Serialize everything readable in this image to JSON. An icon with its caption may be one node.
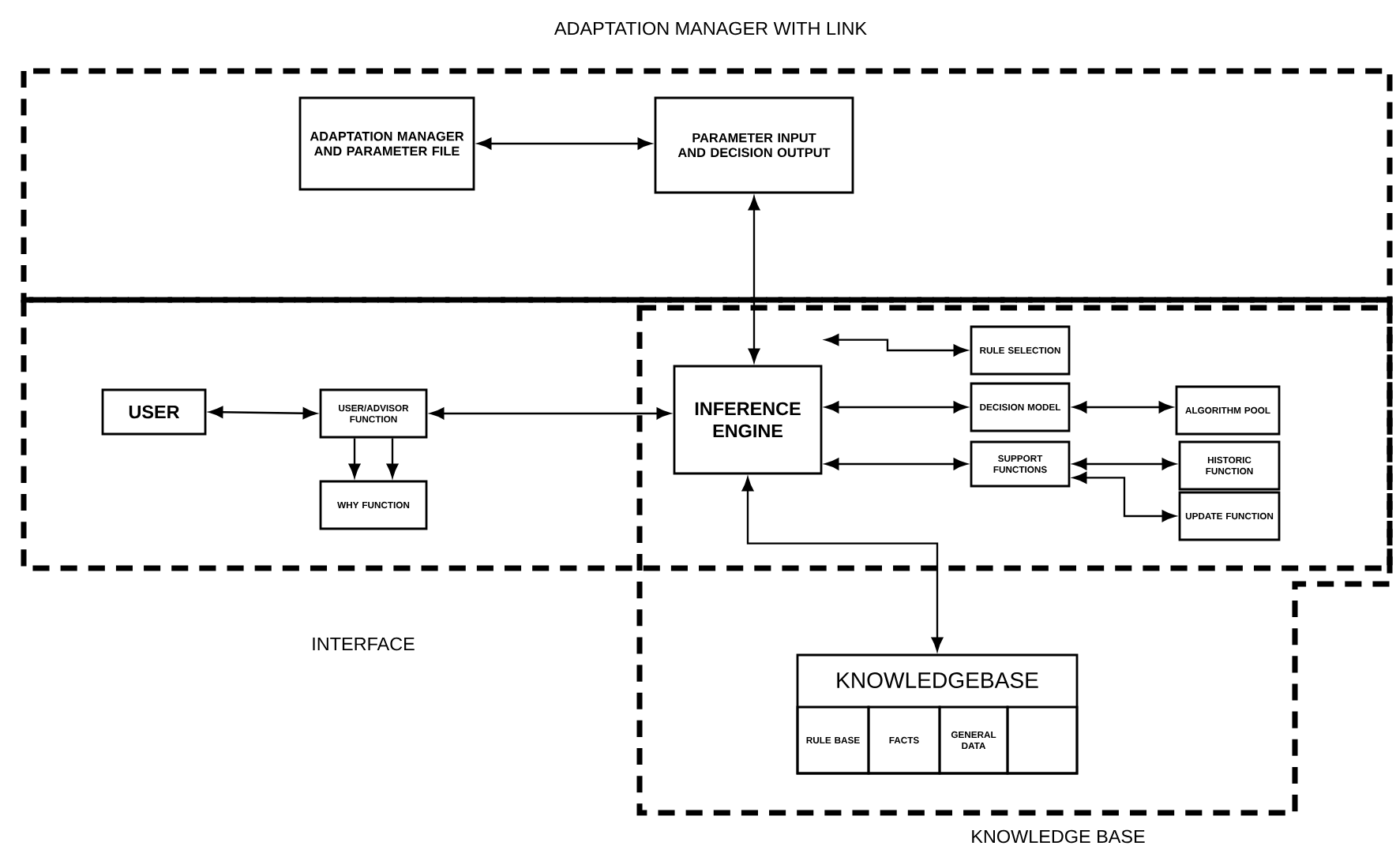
{
  "diagram": {
    "title": "ADAPTATION MANAGER WITH LINK",
    "nodes": [
      {
        "text": [
          "INTERFACE"
        ]
      },
      {
        "text": [
          "KNOWLEDGE BASE"
        ]
      },
      {
        "text": [
          "ADAPTATION MANAGER AND PARAMETER FILE"
        ]
      },
      {
        "text": [
          "PARAMETER INPUT AND DECISION OUTPUT"
        ]
      },
      {
        "text": [
          "USER"
        ],
        "in": 0
      },
      {
        "text": [
          "USER/ADVISOR FUNCTION"
        ],
        "in": 0
      },
      {
        "text": [
          "WHY FUNCTION"
        ],
        "in": 0
      },
      {
        "text": [
          "INFERENCE ENGINE"
        ]
      },
      {
        "text": [
          "RULE SELECTION"
        ]
      },
      {
        "text": [
          "DECISION MODEL"
        ]
      },
      {
        "text": [
          "SUPPORT FUNCTIONS"
        ]
      },
      {
        "text": [
          "ALGORITHM POOL"
        ]
      },
      {
        "text": [
          "HISTORIC FUNCTION"
        ]
      },
      {
        "text": [
          "UPDATE FUNCTION"
        ]
      },
      {
        "text": [
          "KNOWLEDGEBASE"
        ],
        "in": 1
      },
      {
        "text": [
          "RULE BASE"
        ],
        "in": 14
      },
      {
        "text": [
          "FACTS"
        ],
        "in": 14
      },
      {
        "text": [
          "GENERAL DATA"
        ],
        "in": 14
      },
      {
        "text": [],
        "shape": "box",
        "in": 14
      }
    ],
    "edges": [
      {
        "from": 2,
        "to": 3,
        "arrow": "both"
      },
      {
        "from": 3,
        "to": 7,
        "arrow": "both"
      },
      {
        "from": 4,
        "to": 5,
        "arrow": "both"
      },
      {
        "from": 5,
        "to": 7,
        "arrow": "both"
      },
      {
        "from": 5,
        "to": 6,
        "arrow": "to"
      },
      {
        "from": 5,
        "to": 6,
        "arrow": "to"
      },
      {
        "from": 7,
        "to": 8,
        "arrow": "both"
      },
      {
        "from": 7,
        "to": 9,
        "arrow": "both"
      },
      {
        "from": 7,
        "to": 10,
        "arrow": "both"
      },
      {
        "from": 9,
        "to": 11,
        "arrow": "both"
      },
      {
        "from": 10,
        "to": 12,
        "arrow": "both"
      },
      {
        "from": 10,
        "to": 13,
        "arrow": "both"
      },
      {
        "from": 7,
        "to": 14,
        "arrow": "both"
      }
    ]
  }
}
